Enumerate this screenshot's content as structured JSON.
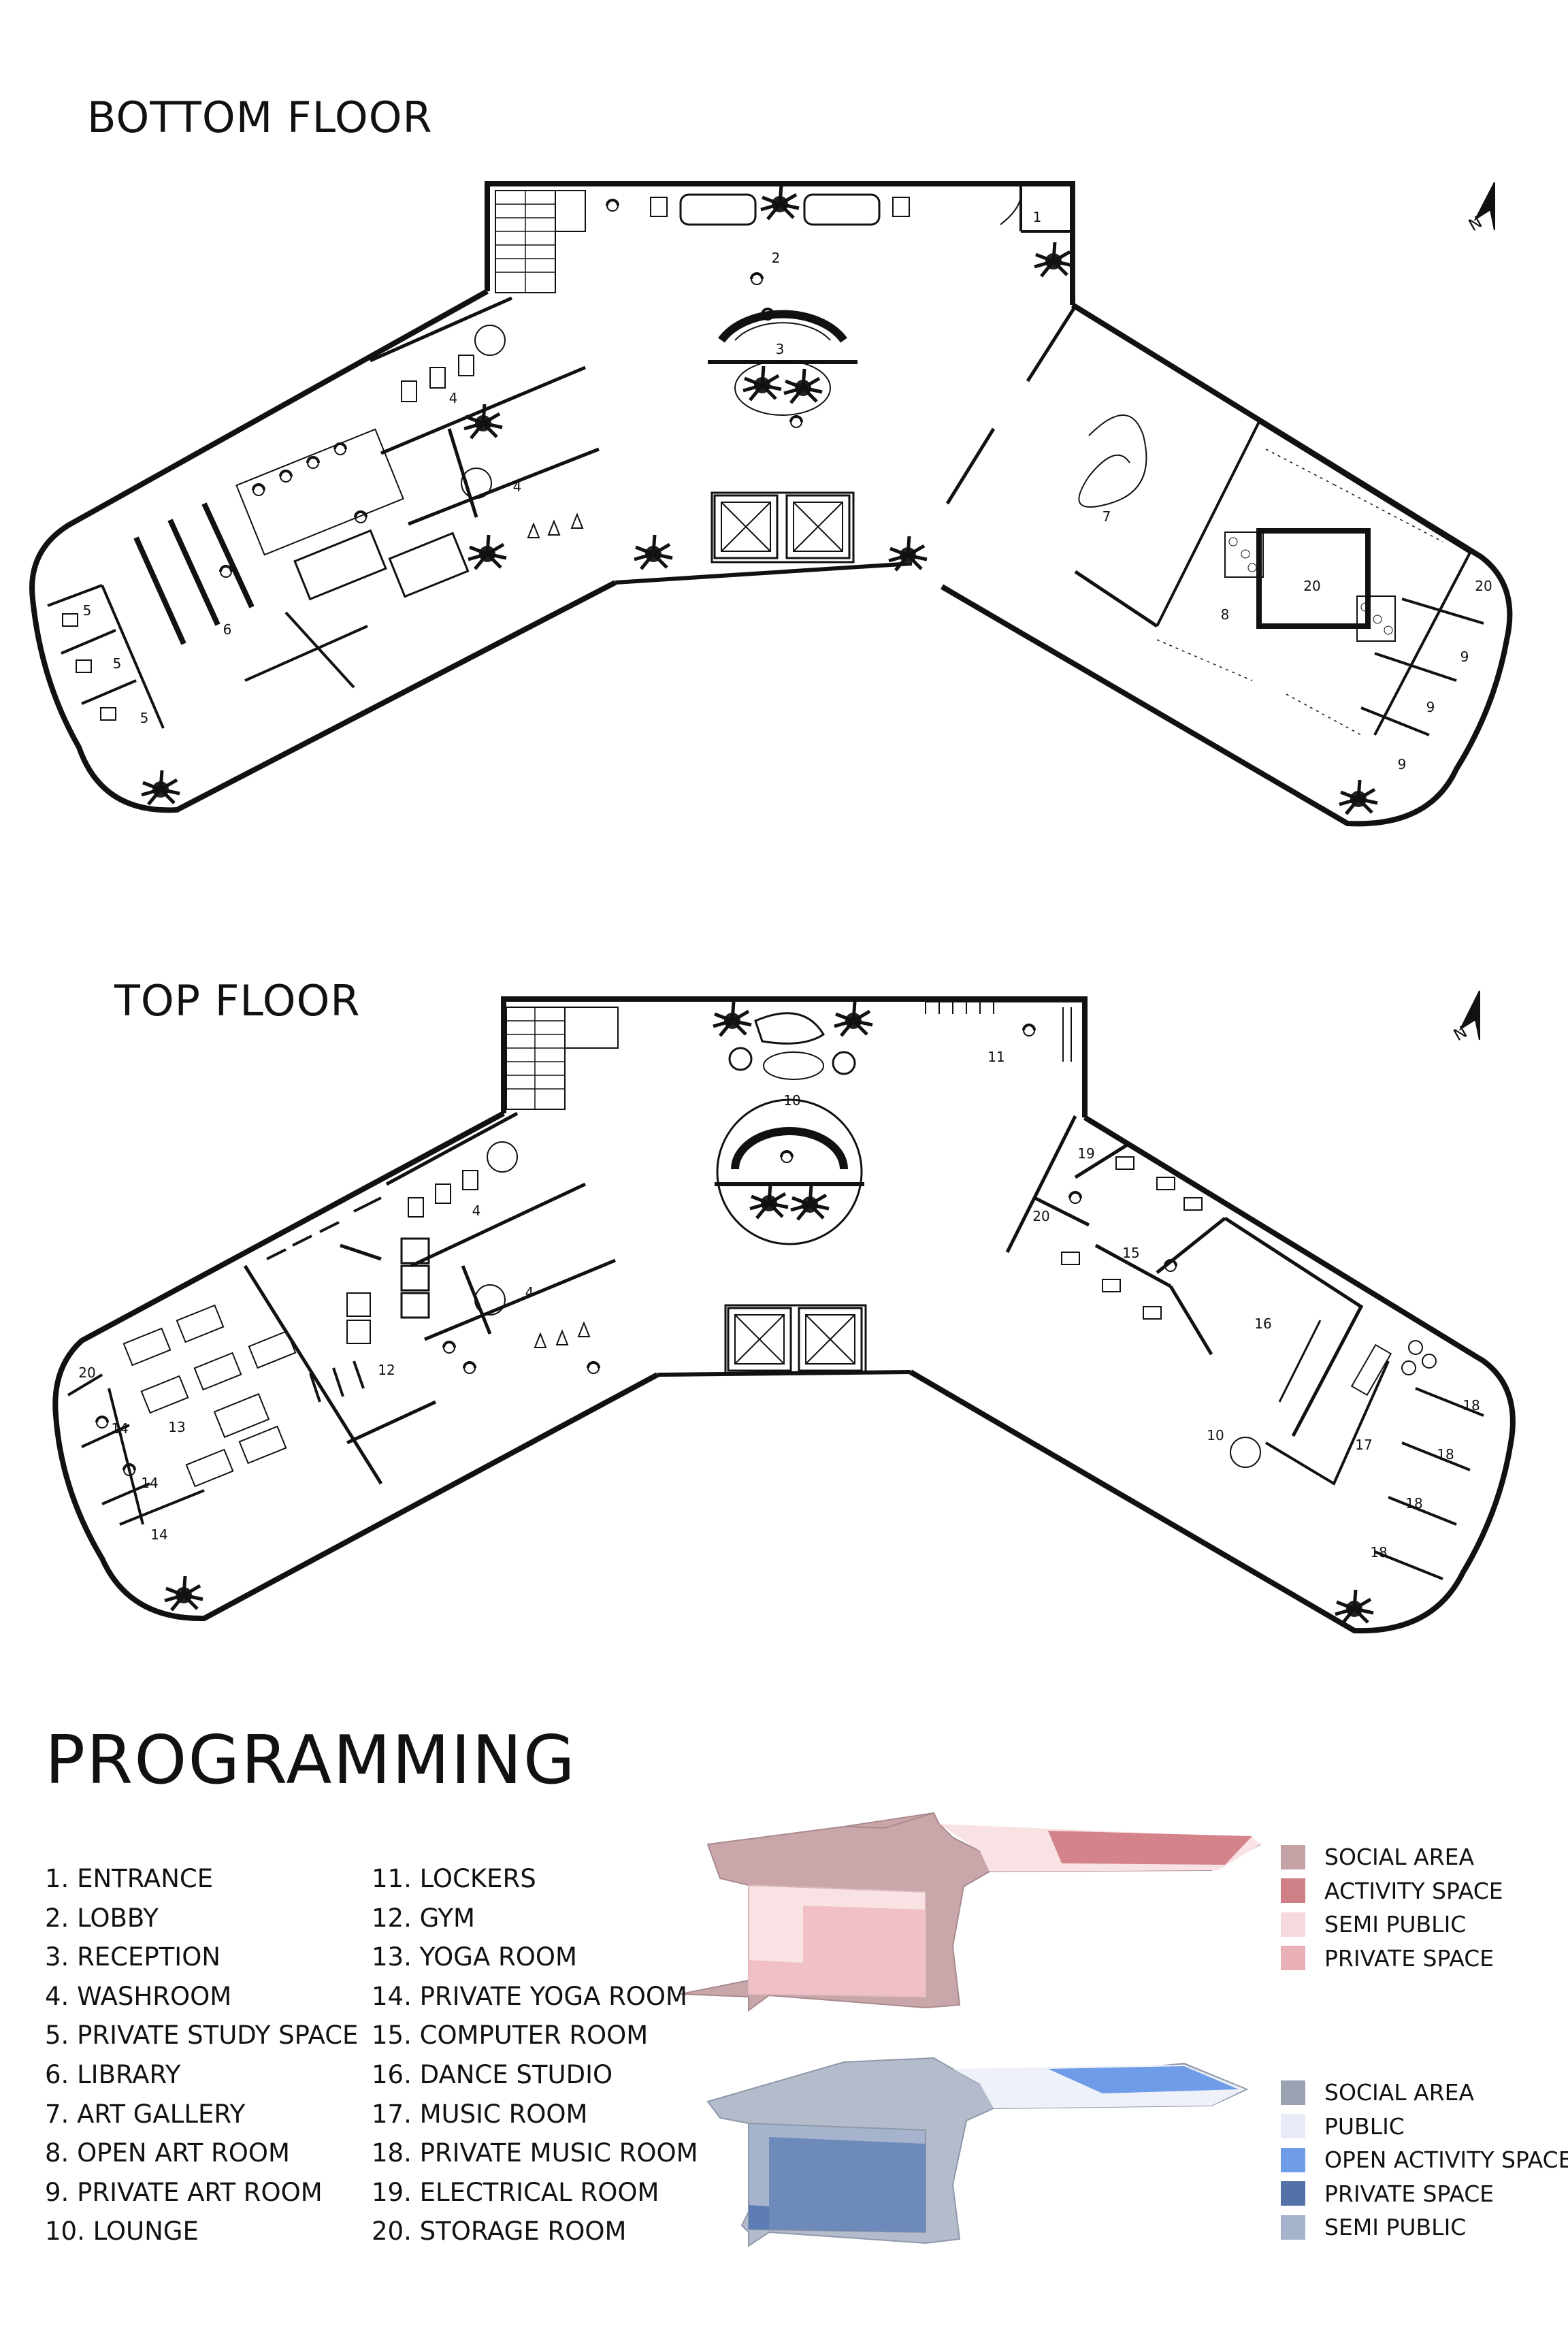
{
  "titles": {
    "bottom_floor": "BOTTOM FLOOR",
    "top_floor": "TOP FLOOR",
    "programming": "PROGRAMMING"
  },
  "compass_label": "N",
  "bottom_floor_numbers": {
    "n1": "1",
    "n2": "2",
    "n3": "3",
    "n4a": "4",
    "n4b": "4",
    "n5a": "5",
    "n5b": "5",
    "n5c": "5",
    "n6": "6",
    "n7": "7",
    "n8": "8",
    "n9a": "9",
    "n9b": "9",
    "n9c": "9",
    "n20a": "20",
    "n20b": "20"
  },
  "top_floor_numbers": {
    "n10a": "10",
    "n10b": "10",
    "n11": "11",
    "n12": "12",
    "n13": "13",
    "n14a": "14",
    "n14b": "14",
    "n14c": "14",
    "n15": "15",
    "n16": "16",
    "n17": "17",
    "n18a": "18",
    "n18b": "18",
    "n18c": "18",
    "n18d": "18",
    "n19": "19",
    "n20a": "20",
    "n20b": "20",
    "n4a": "4",
    "n4b": "4"
  },
  "rooms_col1": [
    "1.  ENTRANCE",
    "2. LOBBY",
    "3. RECEPTION",
    "4. WASHROOM",
    "5. PRIVATE STUDY SPACE",
    "6. LIBRARY",
    "7. ART GALLERY",
    "8. OPEN ART ROOM",
    "9. PRIVATE ART ROOM",
    "10. LOUNGE"
  ],
  "rooms_col2": [
    "11. LOCKERS",
    "12. GYM",
    "13. YOGA ROOM",
    "14. PRIVATE YOGA ROOM",
    "15. COMPUTER ROOM",
    "16. DANCE STUDIO",
    "17.  MUSIC ROOM",
    "18. PRIVATE MUSIC ROOM",
    "19.  ELECTRICAL ROOM",
    "20. STORAGE ROOM"
  ],
  "legend_bottom": [
    {
      "label": "SOCIAL AREA",
      "color": "#c4a2a6"
    },
    {
      "label": "ACTIVITY SPACE",
      "color": "#cf7f86"
    },
    {
      "label": "SEMI PUBLIC",
      "color": "#f6d9dc"
    },
    {
      "label": "PRIVATE SPACE",
      "color": "#eab0b8"
    }
  ],
  "legend_top": [
    {
      "label": "SOCIAL AREA",
      "color": "#9aa2b1"
    },
    {
      "label": " PUBLIC",
      "color": "#e8ecf8"
    },
    {
      "label": "OPEN ACTIVITY SPACE",
      "color": "#6f9ce8"
    },
    {
      "label": "PRIVATE SPACE",
      "color": "#5472a8"
    },
    {
      "label": "SEMI PUBLIC",
      "color": "#a5b4cc"
    }
  ],
  "colors": {
    "wall": "#111111",
    "pink_social": "#c9a6aa",
    "pink_activity": "#d4838a",
    "pink_semi": "#f8e2e4",
    "pink_private": "#f0c0c6",
    "blue_social": "#b4bccb",
    "blue_public": "#eef1f8",
    "blue_activity": "#6f9ce8",
    "blue_private": "#5e7db6",
    "blue_semi": "#a5b4cc"
  }
}
